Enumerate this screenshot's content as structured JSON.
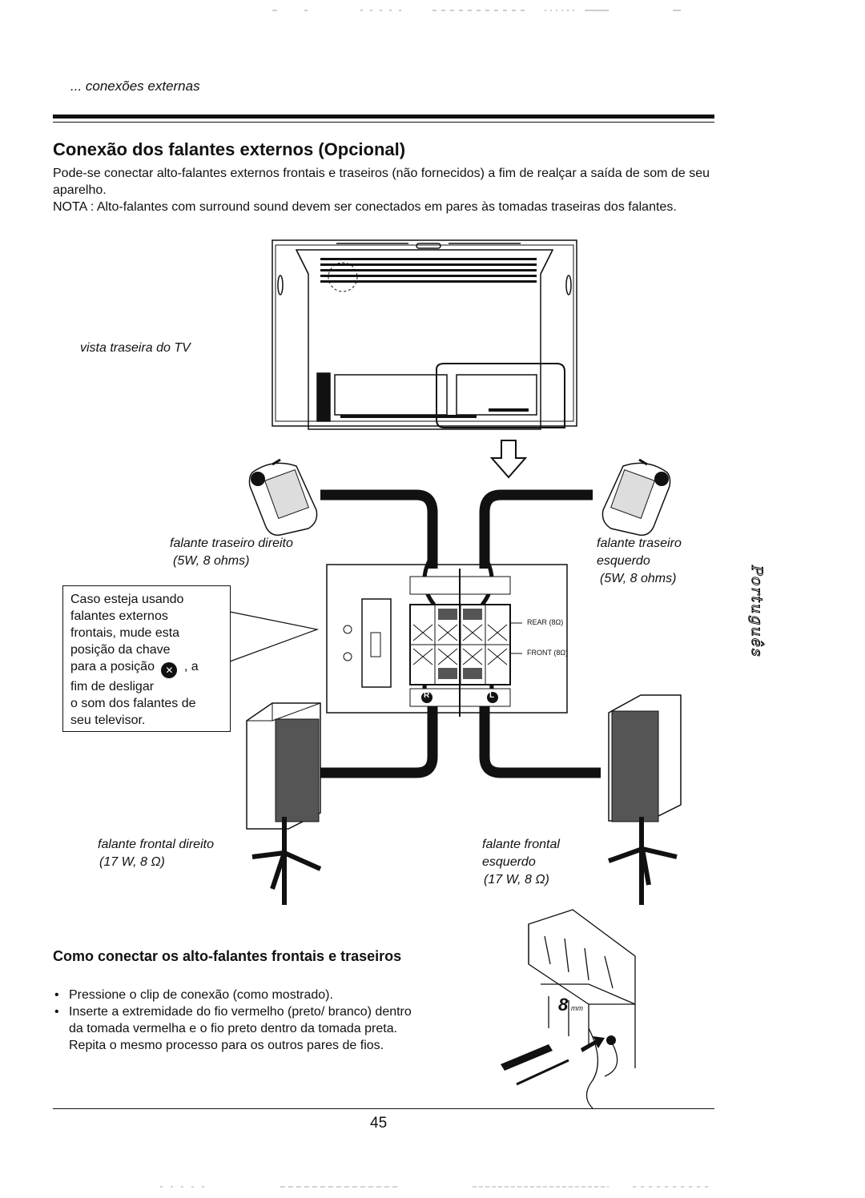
{
  "header": {
    "section": "... conexões externas"
  },
  "title": "Conexão dos falantes externos (Opcional)",
  "intro": "Pode-se conectar alto-falantes externos frontais e traseiros (não fornecidos) a fim de realçar a saída de som de seu aparelho.",
  "note": "NOTA : Alto-falantes com surround sound devem ser conectados em pares às tomadas traseiras dos falantes.",
  "diagram": {
    "tv_label": "vista traseira do TV",
    "rear_right_label": [
      "falante traseiro direito",
      "(5W, 8 ohms)"
    ],
    "rear_left_label": [
      "falante traseiro",
      "esquerdo",
      "(5W, 8 ohms)"
    ],
    "front_right_label": [
      "falante frontal direito",
      "(17 W, 8 Ω)"
    ],
    "front_left_label": [
      "falante frontal",
      "esquerdo",
      "(17 W, 8 Ω)"
    ],
    "terminal_rear": "REAR (8Ω)",
    "terminal_front": "FRONT (8Ω)",
    "terminal_R": "R",
    "terminal_L": "L",
    "clip_size": "8",
    "clip_unit": "mm"
  },
  "callout": {
    "line1": "Caso esteja usando",
    "line2": "falantes externos",
    "line3": "frontais, mude esta",
    "line4": "posição da chave",
    "line5a": "para a posição",
    "line5b": ", a",
    "line6": "fim de desligar",
    "line7": "o som dos falantes de",
    "line8": "seu televisor."
  },
  "howto": {
    "title": "Como conectar os alto-falantes frontais e traseiros",
    "bullet1": "Pressione o clip de conexão (como mostrado).",
    "bullet2": "Inserte a extremidade do fio vermelho (preto/ branco) dentro da tomada vermelha e o fio preto dentro da tomada preta.",
    "repeat": "Repita o mesmo processo para os outros pares de fios."
  },
  "page_number": "45",
  "side_tab": "Português"
}
